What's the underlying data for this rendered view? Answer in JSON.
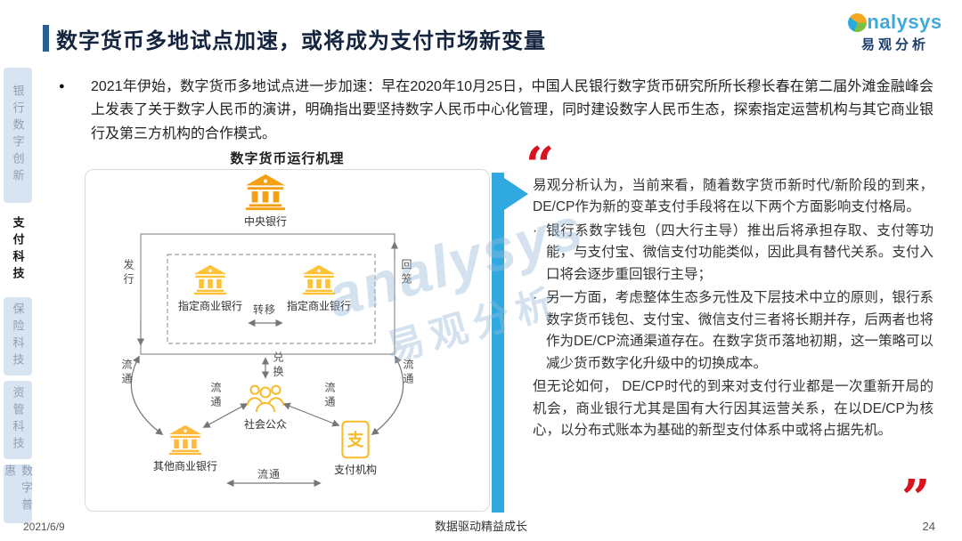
{
  "page": {
    "title": "数字货币多地试点加速，或将成为支付市场新变量",
    "watermark_en": "analysys",
    "watermark_cn": "易观分析",
    "footer": {
      "date": "2021/6/9",
      "slogan": "数据驱动精益成长",
      "page_number": "24"
    }
  },
  "logo": {
    "brand_rest": "nalysys",
    "brand_cn": "易观分析"
  },
  "sidebar": {
    "items": [
      {
        "label": "银行数字创新",
        "active": false
      },
      {
        "label": "支付科技",
        "active": true
      },
      {
        "label": "保险科技",
        "active": false
      },
      {
        "label": "资管科技",
        "active": false
      },
      {
        "label": "数字普惠",
        "active": false
      }
    ]
  },
  "intro": {
    "bullet": "●",
    "text": "2021年伊始，数字货币多地试点进一步加速：早在2020年10月25日，中国人民银行数字货币研究所所长穆长春在第二届外滩金融峰会上发表了关于数字人民币的演讲，明确指出要坚持数字人民币中心化管理，同时建设数字人民币生态，探索指定运营机构与其它商业银行及第三方机构的合作模式。"
  },
  "diagram": {
    "title": "数字货币运行机理",
    "nodes": {
      "central_bank": "中央银行",
      "designated_bank": "指定商业银行",
      "other_bank": "其他商业银行",
      "public": "社会公众",
      "payment_org": "支付机构"
    },
    "labels": {
      "issue": "发行",
      "recall": "回笼",
      "transfer": "转移",
      "exchange": "兑换",
      "circulate": "流通"
    },
    "payment_icon_char": "支"
  },
  "analysis": {
    "quote_open": "“",
    "quote_close": "”",
    "intro": "易观分析认为，当前来看，随着数字货币新时代/新阶段的到来，DE/CP作为新的变革支付手段将在以下两个方面影响支付格局。",
    "bullet_marker": "·",
    "bullets": [
      "银行系数字钱包（四大行主导）推出后将承担存取、支付等功能，与支付宝、微信支付功能类似，因此具有替代关系。支付入口将会逐步重回银行主导；",
      "另一方面，考虑整体生态多元性及下层技术中立的原则，银行系数字货币钱包、支付宝、微信支付三者将长期并存，后两者也将作为DE/CP流通渠道存在。在数字货币落地初期，这一策略可以减少货币数字化升级中的切换成本。"
    ],
    "conclusion": "但无论如何， DE/CP时代的到来对支付行业都是一次重新开局的机会，商业银行尤其是国有大行因其运营关系，在以DE/CP为核心，以分布式账本为基础的新型支付体系中或将占据先机。"
  },
  "colors": {
    "accent_blue": "#2FA9E0",
    "brand_orange": "#F5A012",
    "brand_yellow": "#FFC234",
    "quote_red": "#D8121F"
  }
}
